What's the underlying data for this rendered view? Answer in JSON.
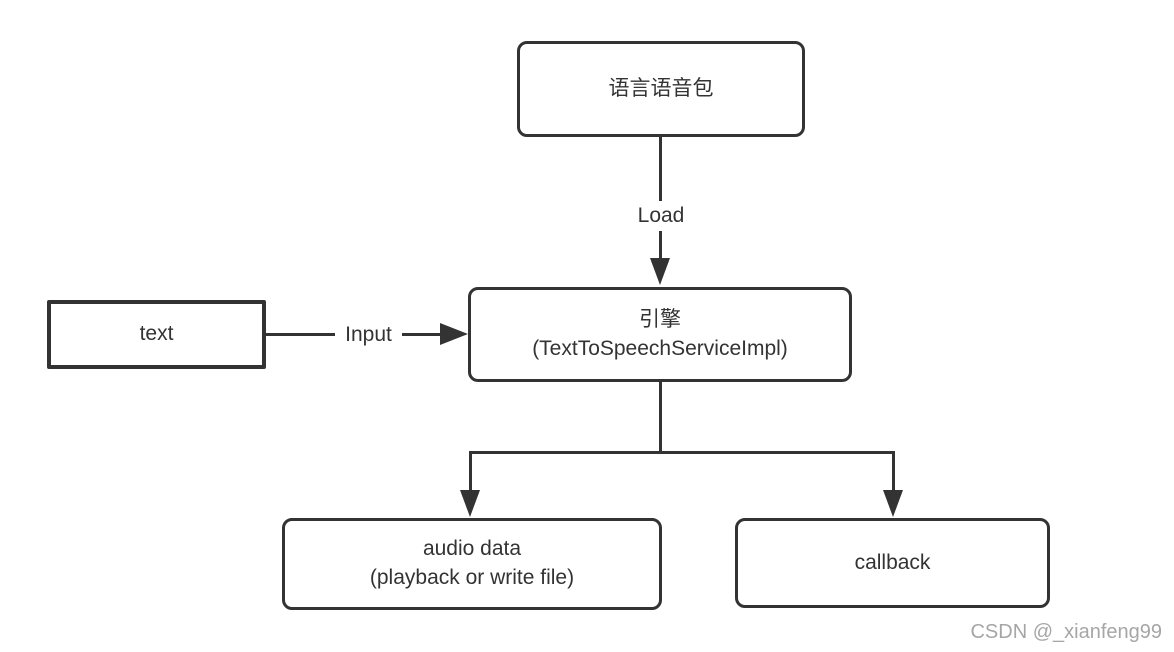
{
  "diagram": {
    "nodes": {
      "speech_pack": {
        "label": "语言语音包"
      },
      "engine": {
        "lines": [
          "引擎",
          "(TextToSpeechServiceImpl)"
        ]
      },
      "text_input": {
        "label": "text"
      },
      "audio_data": {
        "lines": [
          "audio data",
          "(playback or write file)"
        ]
      },
      "callback": {
        "label": "callback"
      }
    },
    "edges": {
      "load": {
        "label": "Load"
      },
      "input": {
        "label": "Input"
      }
    },
    "watermark": "CSDN @_xianfeng99",
    "colors": {
      "stroke": "#333333",
      "node_fill": "#ffffff",
      "background": "#ffffff",
      "watermark_text": "#a6a6a6"
    }
  }
}
